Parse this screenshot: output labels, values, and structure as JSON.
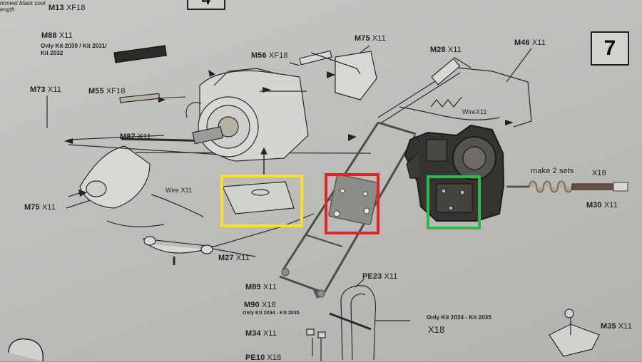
{
  "step": {
    "number": "7",
    "prev_number": "4"
  },
  "top_note": {
    "line1": "nnneel black cool",
    "line2": "ength"
  },
  "parts": {
    "m13": {
      "code": "M13",
      "qty": "XF18"
    },
    "m88": {
      "code": "M88",
      "qty": "X11",
      "note1": "Only Kit 2030 / Kit 2031/",
      "note2": "Kit 2032"
    },
    "m75_top": {
      "code": "M75",
      "qty": "X11"
    },
    "m56": {
      "code": "M56",
      "qty": "XF18"
    },
    "m28": {
      "code": "M28",
      "qty": "X11"
    },
    "m46": {
      "code": "M46",
      "qty": "X11"
    },
    "m73": {
      "code": "M73",
      "qty": "X11"
    },
    "m55": {
      "code": "M55",
      "qty": "XF18"
    },
    "wire_right": {
      "code": "Wire",
      "qty": "X11"
    },
    "m87": {
      "code": "M87",
      "qty": "X11"
    },
    "make_sets": {
      "text": "make 2 sets"
    },
    "x18_right": {
      "qty": "X18"
    },
    "m30": {
      "code": "M30",
      "qty": "X11"
    },
    "wire_left": {
      "code": "Wire",
      "qty": "X11"
    },
    "m75_left": {
      "code": "M75",
      "qty": "X11"
    },
    "m27": {
      "code": "M27",
      "qty": "X11"
    },
    "pe23": {
      "code": "PE23",
      "qty": "X11"
    },
    "m89": {
      "code": "M89",
      "qty": "X11"
    },
    "m90": {
      "code": "M90",
      "qty": "X18",
      "note": "Only Kit 2034 - Kit 2035"
    },
    "note_2034": {
      "note": "Only Kit 2034 - Kit 2035",
      "qty": "X18"
    },
    "m34": {
      "code": "M34",
      "qty": "X11"
    },
    "m35": {
      "code": "M35",
      "qty": "X11"
    },
    "pe10": {
      "code": "PE10",
      "qty": "X18"
    }
  },
  "highlights": [
    {
      "name": "yellow",
      "color": "#f2e22a"
    },
    {
      "name": "red",
      "color": "#e3232a"
    },
    {
      "name": "green",
      "color": "#2fb74a"
    }
  ]
}
